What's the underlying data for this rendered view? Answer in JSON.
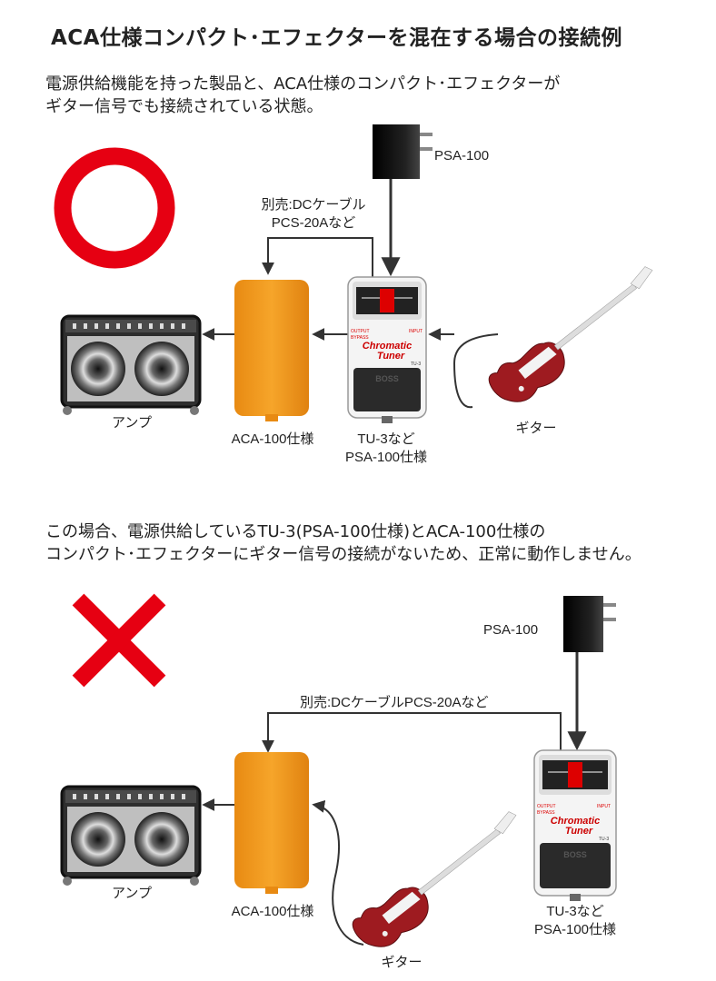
{
  "title": "ACA仕様コンパクト･エフェクターを混在する場合の接続例",
  "good_case": {
    "description_line1": "電源供給機能を持った製品と、ACA仕様のコンパクト･エフェクターが",
    "description_line2": "ギター信号でも接続されている状態。",
    "adapter_label": "PSA-100",
    "cable_label_line1": "別売:DCケーブル",
    "cable_label_line2": "PCS-20Aなど",
    "amp_label": "アンプ",
    "aca_label": "ACA-100仕様",
    "tuner_label_line1": "TU-3など",
    "tuner_label_line2": "PSA-100仕様",
    "guitar_label": "ギター",
    "symbol": "○"
  },
  "bad_case": {
    "description_line1": "この場合、電源供給しているTU-3(PSA-100仕様)とACA-100仕様の",
    "description_line2": "コンパクト･エフェクターにギター信号の接続がないため、正常に動作しません。",
    "adapter_label": "PSA-100",
    "cable_label": "別売:DCケーブルPCS-20Aなど",
    "amp_label": "アンプ",
    "aca_label": "ACA-100仕様",
    "tuner_label_line1": "TU-3など",
    "tuner_label_line2": "PSA-100仕様",
    "guitar_label": "ギター",
    "symbol": "×"
  },
  "pedal": {
    "name_line1": "Chromatic",
    "name_line2": "Tuner",
    "model": "TU-3",
    "brand": "BOSS",
    "output_label": "OUTPUT",
    "bypass_label": "BYPASS",
    "input_label": "INPUT"
  },
  "colors": {
    "ok_symbol": "#e60012",
    "ng_symbol": "#e60012",
    "effector_body": "#f29a1d",
    "guitar_body": "#9e1b20",
    "amp_body": "#3a3a3a",
    "adapter_body": "#1a1a1a",
    "cable": "#333333"
  }
}
